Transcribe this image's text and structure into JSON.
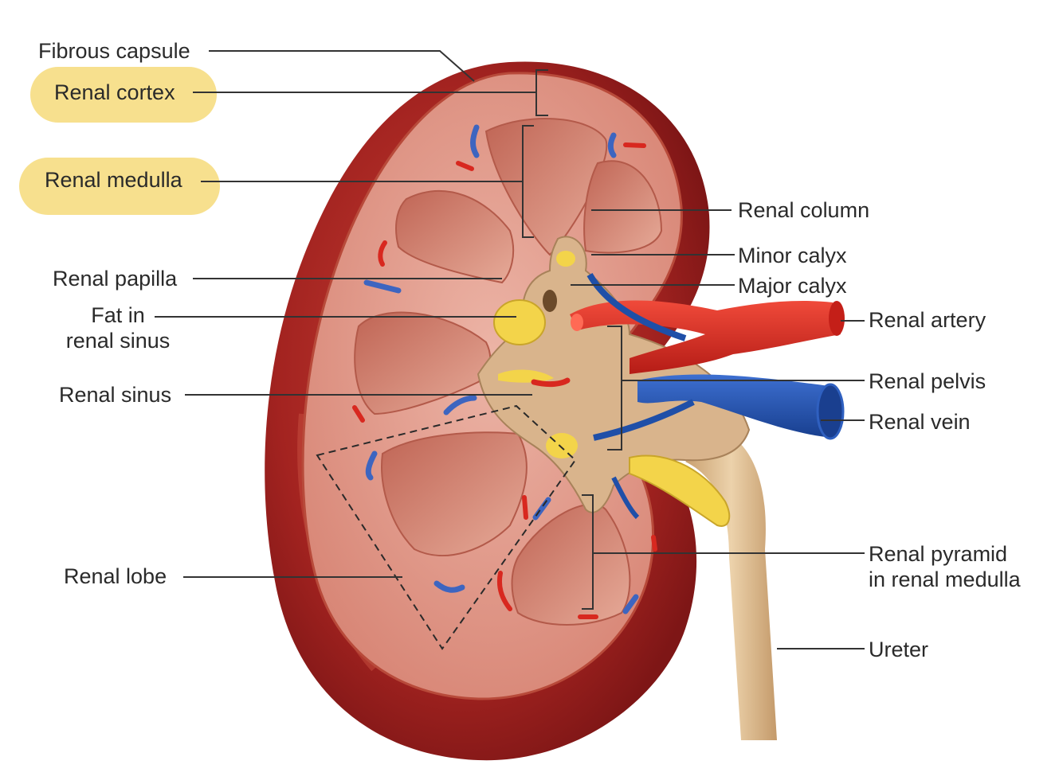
{
  "diagram": {
    "labels": {
      "fibrous_capsule": "Fibrous capsule",
      "renal_cortex": "Renal cortex",
      "renal_medulla": "Renal medulla",
      "renal_papilla": "Renal papilla",
      "fat_in_renal_sinus_line1": "Fat in",
      "fat_in_renal_sinus_line2": "renal sinus",
      "renal_sinus": "Renal sinus",
      "renal_lobe": "Renal lobe",
      "renal_column": "Renal column",
      "minor_calyx": "Minor calyx",
      "major_calyx": "Major calyx",
      "renal_artery": "Renal artery",
      "renal_pelvis": "Renal pelvis",
      "renal_vein": "Renal vein",
      "renal_pyramid_line1": "Renal pyramid",
      "renal_pyramid_line2": "in renal medulla",
      "ureter": "Ureter"
    },
    "highlighted": [
      "renal_cortex",
      "renal_medulla"
    ],
    "colors": {
      "highlight": "#f7e08e",
      "capsule": "#a8231f",
      "cortex": "#dd8f7f",
      "medulla": "#c9705f",
      "pelvis": "#d9b48c",
      "fat": "#f3d44a",
      "artery": "#d8281f",
      "vein": "#1f4fa8",
      "ureter": "#dcb98f",
      "leader_line": "#333333"
    }
  }
}
